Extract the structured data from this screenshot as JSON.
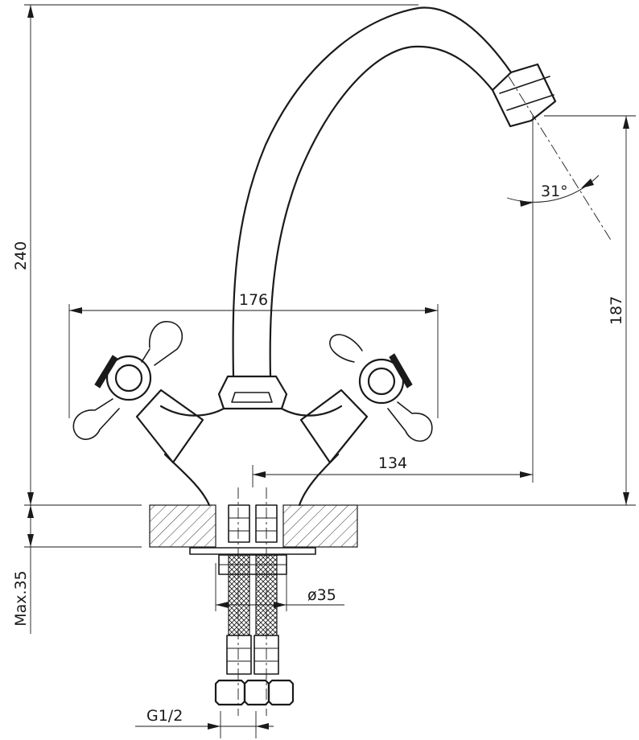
{
  "dimensions": {
    "total_height": "240",
    "handles_span": "176",
    "spout_height": "187",
    "spout_reach": "134",
    "spray_angle": "31°",
    "max_counter_thickness": "Max.35",
    "mounting_hole_diameter": "ø35",
    "connection_thread": "G1/2"
  }
}
